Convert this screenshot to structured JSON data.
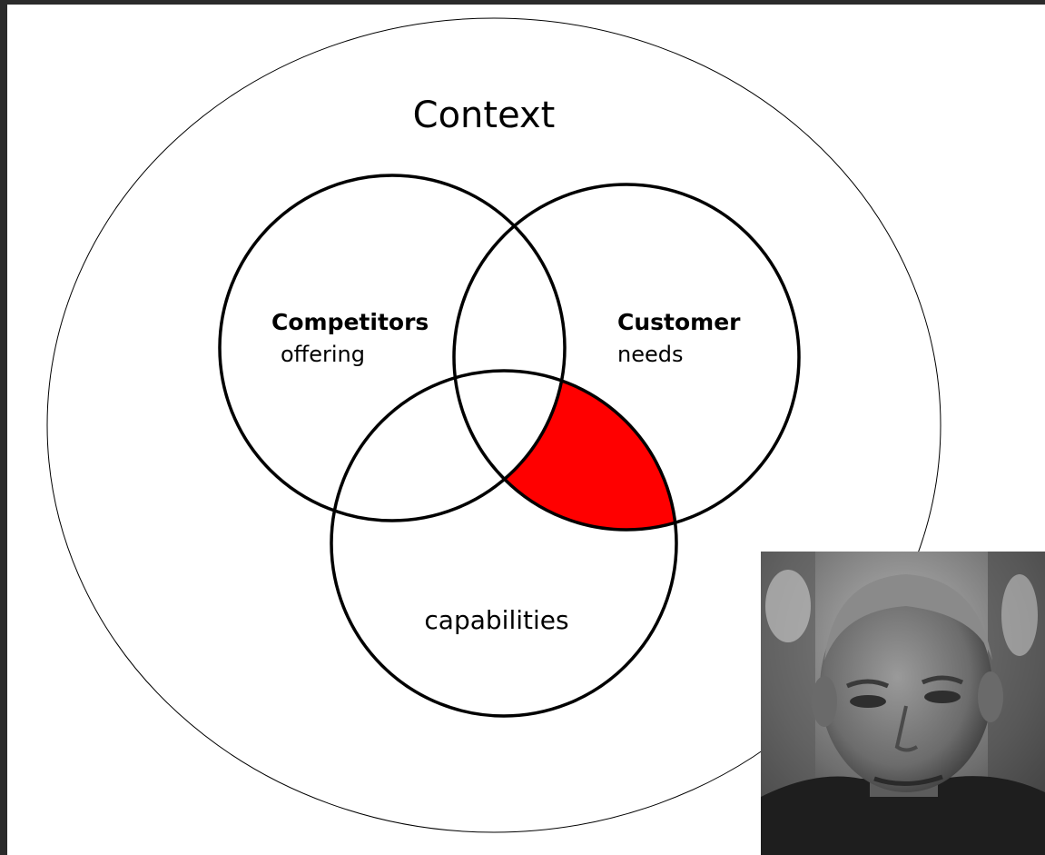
{
  "diagram": {
    "context_label": "Context",
    "competitors": {
      "title": "Competitors",
      "subtitle": "offering"
    },
    "customer": {
      "title": "Customer",
      "subtitle": "needs"
    },
    "capabilities": {
      "label": "capabilities"
    },
    "highlight_color": "#ff0000",
    "stroke_color": "#000000"
  },
  "photo": {
    "icon": "portrait-photo",
    "tone": "grayscale"
  }
}
